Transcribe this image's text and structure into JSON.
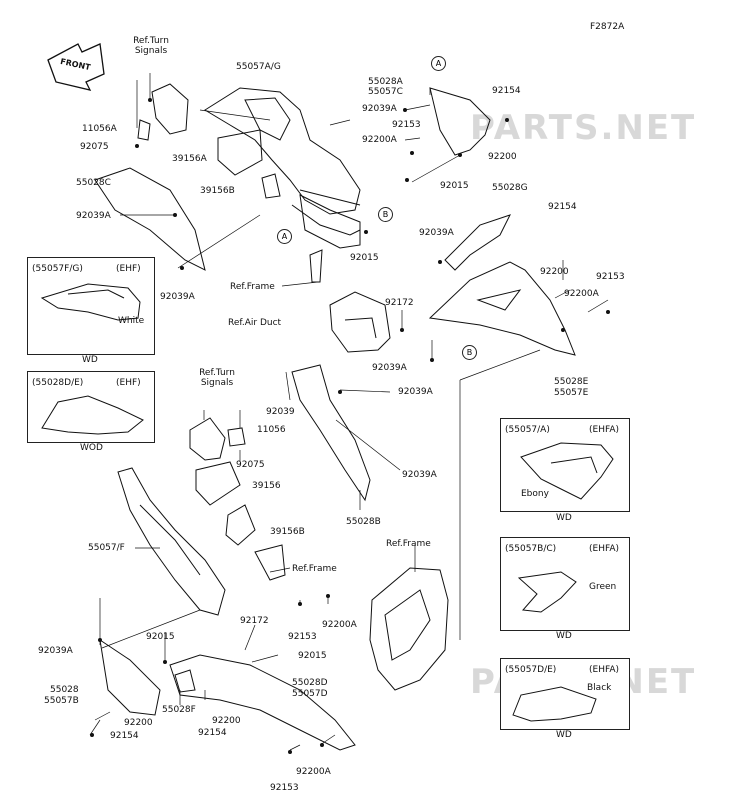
{
  "diagram_code": "F2872A",
  "front_arrow": "FRONT",
  "watermark": "PARTS.NET",
  "callout_a": "A",
  "callout_b": "B",
  "labels": {
    "ref_turn_signals_1": "Ref.Turn Signals",
    "ref_turn_signals_2": "Ref.Turn Signals",
    "p55057ag": "55057A/G",
    "p55028a": "55028A",
    "p55057c": "55057C",
    "p92039a_1": "92039A",
    "p92153_1": "92153",
    "p92154_1": "92154",
    "p92200_1": "92200",
    "p92200a_1": "92200A",
    "p92015_1": "92015",
    "p11056a": "11056A",
    "p92075_1": "92075",
    "p39156a": "39156A",
    "p39156b_1": "39156B",
    "p55028c": "55028C",
    "p92039a_2": "92039A",
    "p92039a_3": "92039A",
    "p55028g": "55028G",
    "p92039a_4": "92039A",
    "p92154_2": "92154",
    "p92200_2": "92200",
    "p92153_2": "92153",
    "p92200a_2": "92200A",
    "p92015_2": "92015",
    "ref_frame_1": "Ref.Frame",
    "p92172_1": "92172",
    "ref_air_duct": "Ref.Air Duct",
    "p92039a_5": "92039A",
    "p55028e": "55028E",
    "p55057e": "55057E",
    "p92039a_6": "92039A",
    "p92039": "92039",
    "p11056": "11056",
    "p92075_2": "92075",
    "p39156": "39156",
    "p92039a_7": "92039A",
    "p55028b": "55028B",
    "p39156b_2": "39156B",
    "p55057f": "55057/F",
    "ref_frame_2": "Ref.Frame",
    "ref_frame_3": "Ref.Frame",
    "p92039a_8": "92039A",
    "p92015_3": "92015",
    "p92172_2": "92172",
    "p92153_3": "92153",
    "p92200a_3": "92200A",
    "p92015_4": "92015",
    "p55028": "55028",
    "p55057b": "55057B",
    "p55028f": "55028F",
    "p55028d": "55028D",
    "p55057d": "55057D",
    "p92200_3": "92200",
    "p92154_3": "92154",
    "p92154_4": "92154",
    "p92200_4": "92200",
    "p92200a_4": "92200A",
    "p92153_4": "92153"
  },
  "insets": [
    {
      "code": "(55057F/G)",
      "tag": "(EHF)",
      "color": "White",
      "note": "WD"
    },
    {
      "code": "(55028D/E)",
      "tag": "(EHF)",
      "color": "",
      "note": "WOD"
    },
    {
      "code": "(55057/A)",
      "tag": "(EHFA)",
      "color": "Ebony",
      "note": "WD"
    },
    {
      "code": "(55057B/C)",
      "tag": "(EHFA)",
      "color": "Green",
      "note": "WD"
    },
    {
      "code": "(55057D/E)",
      "tag": "(EHFA)",
      "color": "Black",
      "note": "WD"
    }
  ]
}
